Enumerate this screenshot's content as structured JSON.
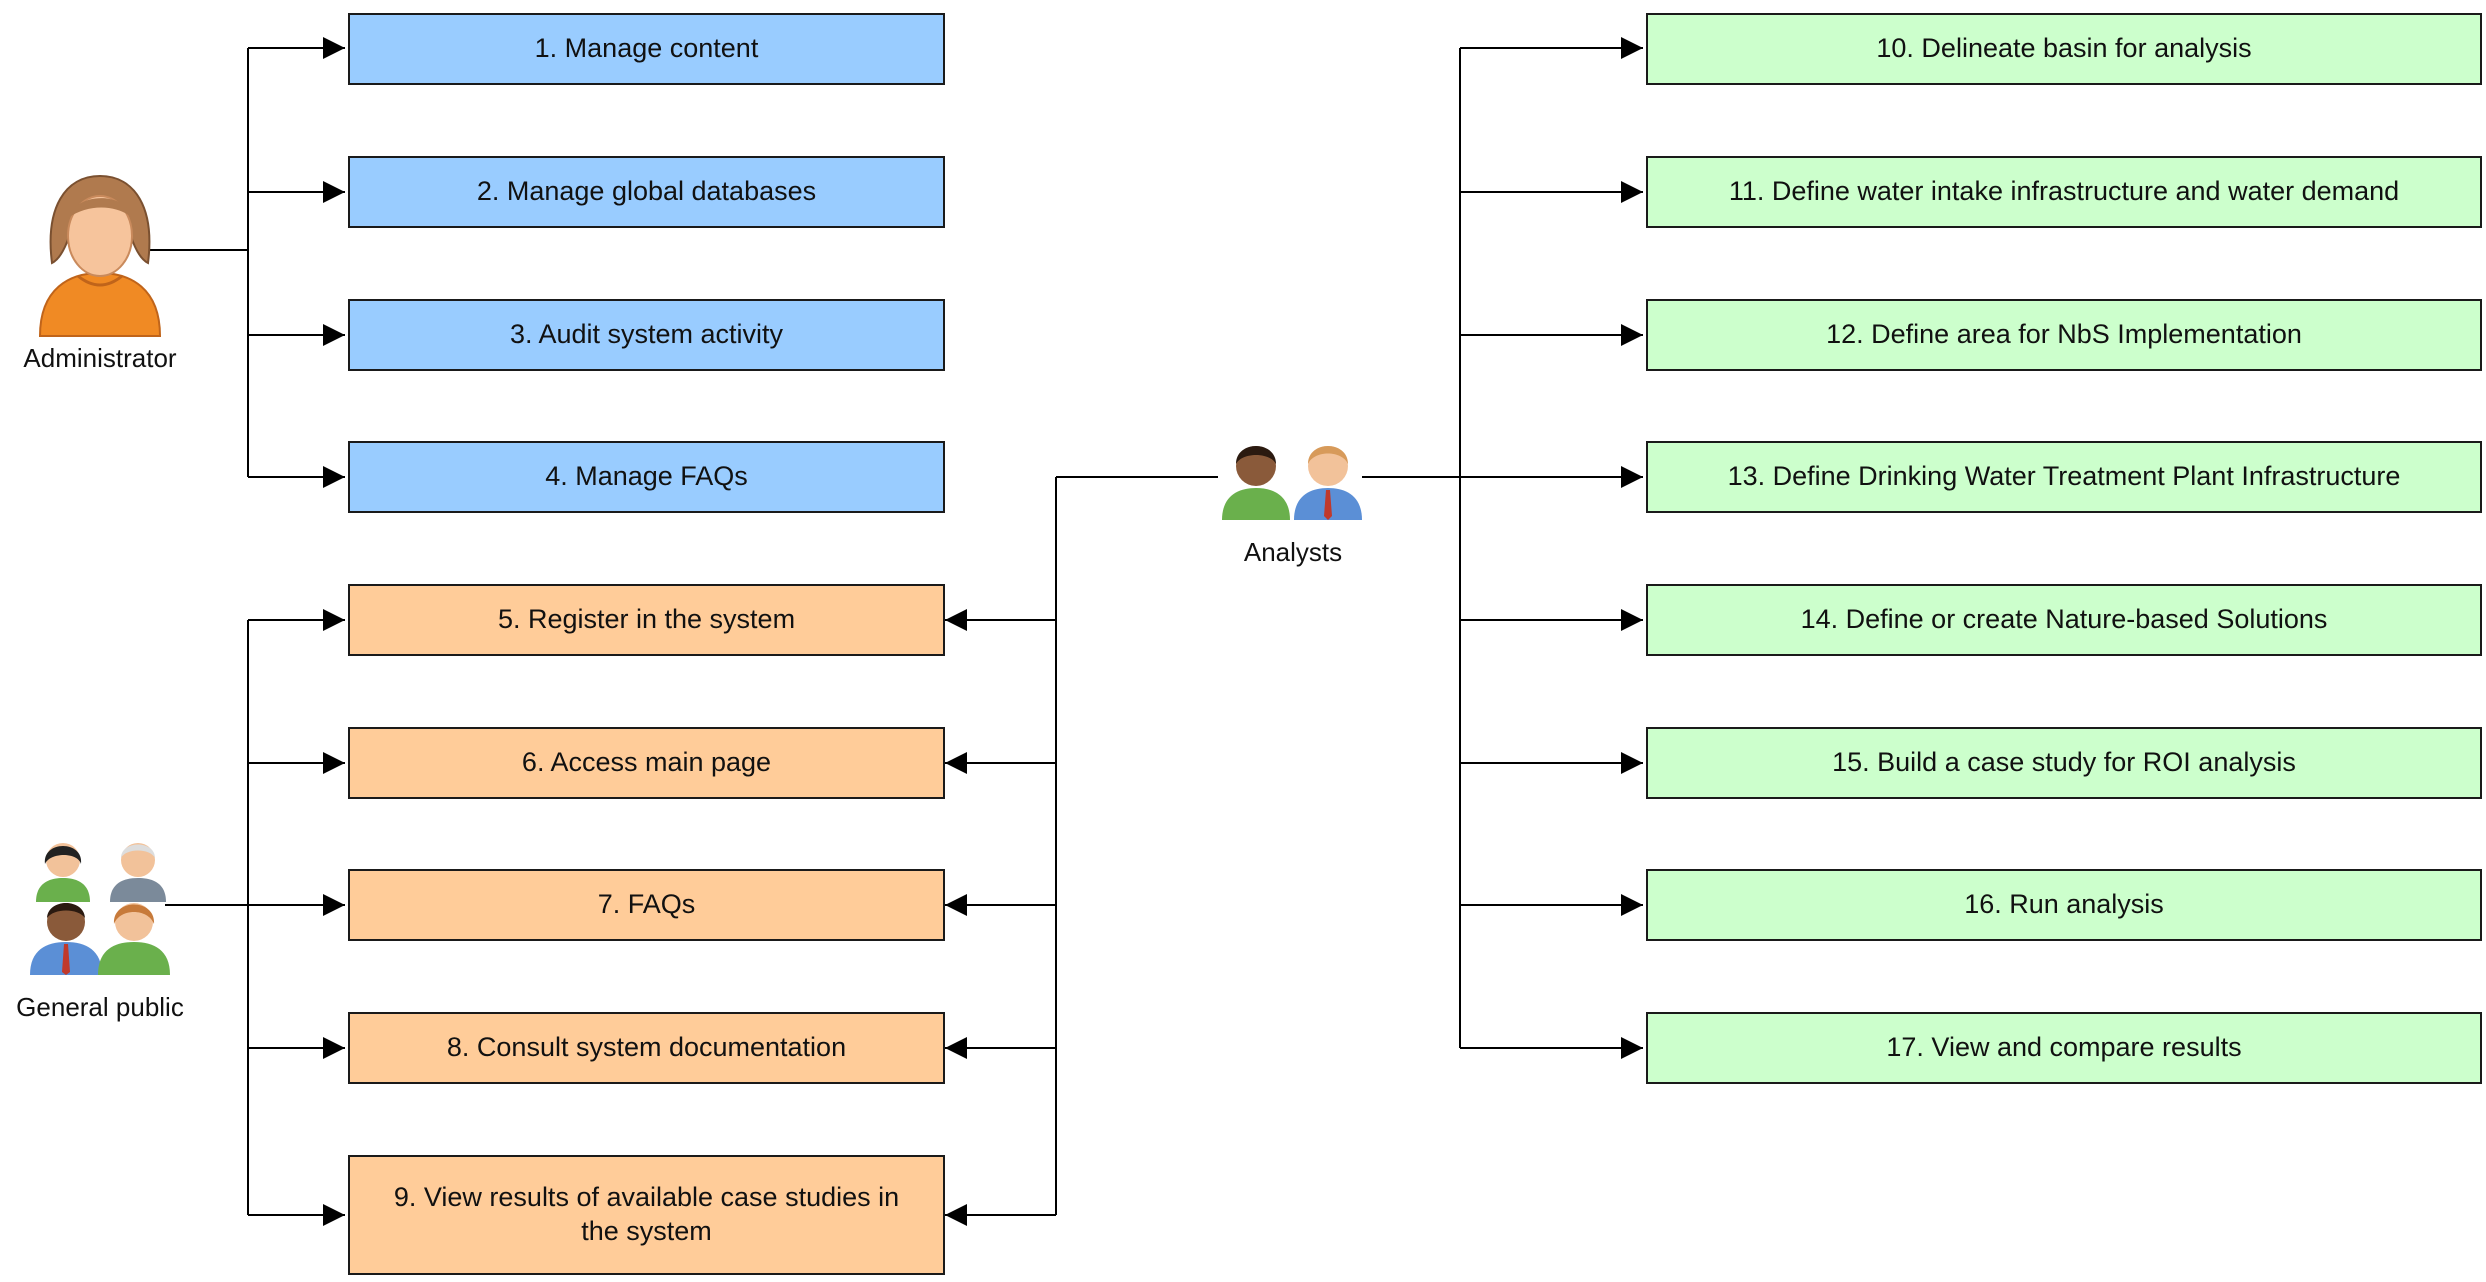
{
  "actors": {
    "administrator": "Administrator",
    "general_public": "General public",
    "analysts": "Analysts"
  },
  "use_cases": {
    "admin": [
      "1. Manage content",
      "2. Manage global databases",
      "3. Audit system activity",
      "4. Manage FAQs"
    ],
    "public": [
      "5. Register in the system",
      "6. Access main page",
      "7. FAQs",
      "8. Consult system documentation",
      "9. View results of available case studies in the system"
    ],
    "analyst": [
      "10. Delineate basin for analysis",
      "11. Define water intake infrastructure and water demand",
      "12. Define area for NbS Implementation",
      "13. Define Drinking Water Treatment Plant Infrastructure",
      "14. Define or create Nature-based Solutions",
      "15. Build a case study for ROI analysis",
      "16. Run analysis",
      "17. View and compare results"
    ]
  },
  "colors": {
    "admin_box": "#99ccff",
    "public_box": "#ffcc99",
    "analyst_box": "#ccffcc",
    "line": "#000000"
  },
  "icons": {
    "administrator": "female-user-icon",
    "general_public": "user-group-icon",
    "analysts": "two-users-icon"
  }
}
